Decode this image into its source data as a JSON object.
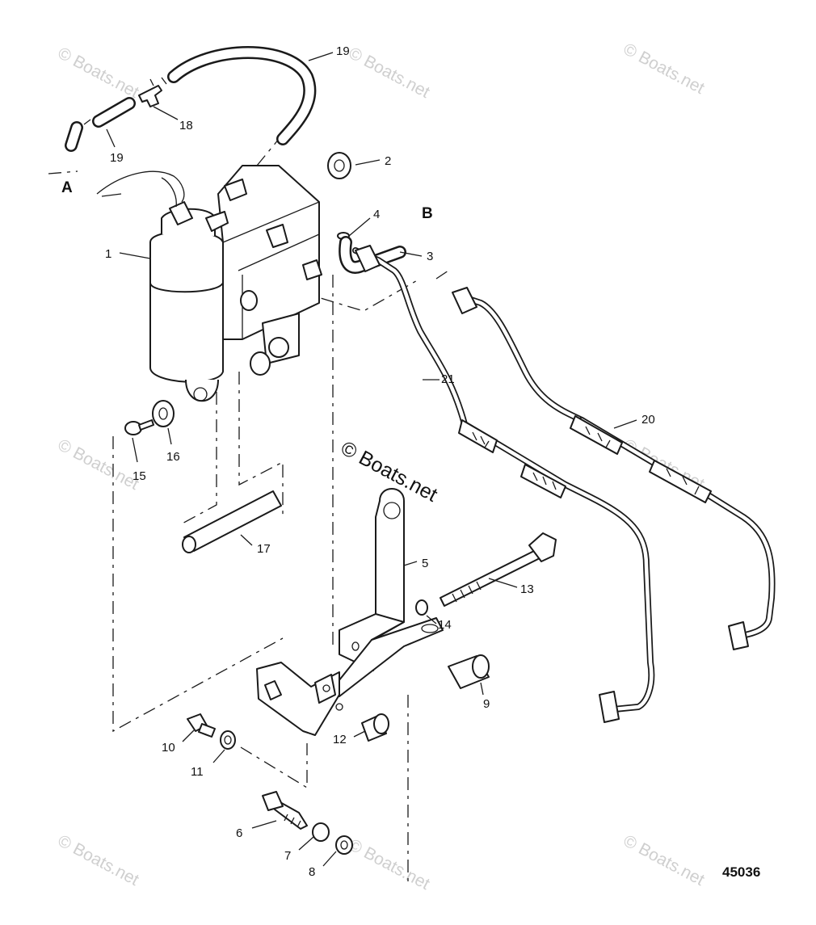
{
  "watermarks": {
    "corner_text": "© Boats.net",
    "center_text": "© Boats.net"
  },
  "figure_number": "45036",
  "view_letters": {
    "a": "A",
    "b": "B"
  },
  "callouts": {
    "p1": "1",
    "p2": "2",
    "p3": "3",
    "p4": "4",
    "p5": "5",
    "p6": "6",
    "p7": "7",
    "p8": "8",
    "p9": "9",
    "p10": "10",
    "p11": "11",
    "p12": "12",
    "p13": "13",
    "p14": "14",
    "p15": "15",
    "p16": "16",
    "p17": "17",
    "p18": "18",
    "p19a": "19",
    "p19b": "19",
    "p20": "20",
    "p21": "21"
  },
  "colors": {
    "line": "#1a1a1a",
    "watermark": "#cfcfcf",
    "background": "#ffffff"
  }
}
